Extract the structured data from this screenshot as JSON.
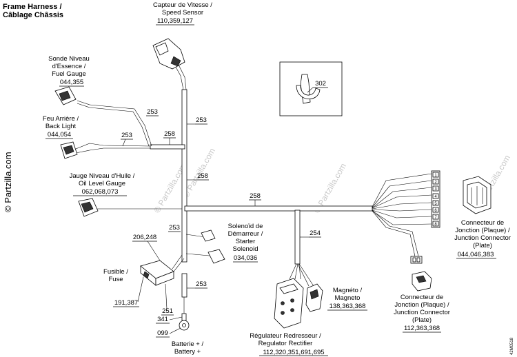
{
  "title_lines": [
    "Frame Harness /",
    "Câblage Châssis"
  ],
  "watermark": "© Partzilla.com",
  "drawing_code": "42M0518",
  "components": {
    "speed_sensor": {
      "label_lines": [
        "Capteur de Vitesse /",
        "Speed Sensor"
      ],
      "part_number": "110,359,127"
    },
    "fuel_gauge": {
      "label_lines": [
        "Sonde Niveau",
        "d'Essence /",
        "Fuel Gauge"
      ],
      "part_number": "044,355"
    },
    "back_light": {
      "label_lines": [
        "Feu Arrière /",
        "Back Light"
      ],
      "part_number": "044,054"
    },
    "oil_level_gauge": {
      "label_lines": [
        "Jauge Niveau d'Huile /",
        "Oil Level Gauge"
      ],
      "part_number": "062,068,073"
    },
    "starter_solenoid": {
      "label_lines": [
        "Solenoïd de",
        "Démarreur /",
        "Starter",
        "Solenoid"
      ],
      "part_number": "034,036"
    },
    "fuse": {
      "label_lines": [
        "Fusible /",
        "Fuse"
      ],
      "part_number_top": "206,248",
      "part_number_bottom": "191,387",
      "clip_number": "251"
    },
    "battery": {
      "label_lines": [
        "Batterie + /",
        "Battery +"
      ],
      "ring_number": "341",
      "terminal_number": "099"
    },
    "regulator_rectifier": {
      "label_lines": [
        "Régulateur Redresseur /",
        "Regulator Rectifier"
      ],
      "part_number": "112,320,351,691,695"
    },
    "magneto": {
      "label_lines": [
        "Magnéto /",
        "Magneto"
      ],
      "part_number": "138,363,368"
    },
    "junction_connector_plate_right": {
      "label_lines": [
        "Connecteur de",
        "Jonction (Plaque) /",
        "Junction Connector",
        "(Plate)"
      ],
      "part_number": "044,046,383"
    },
    "junction_connector_plate_lower": {
      "label_lines": [
        "Connecteur de",
        "Jonction (Plaque) /",
        "Junction Connector",
        "(Plate)"
      ],
      "part_number": "112,363,368"
    },
    "cable_tie": {
      "part_number": "302"
    }
  },
  "harness_callouts": [
    "253",
    "253",
    "253",
    "258",
    "258",
    "258",
    "253",
    "254",
    "253"
  ],
  "connector_pin_marks": [
    "1",
    "2",
    "3",
    "4",
    "5",
    "6",
    "7",
    "8"
  ]
}
